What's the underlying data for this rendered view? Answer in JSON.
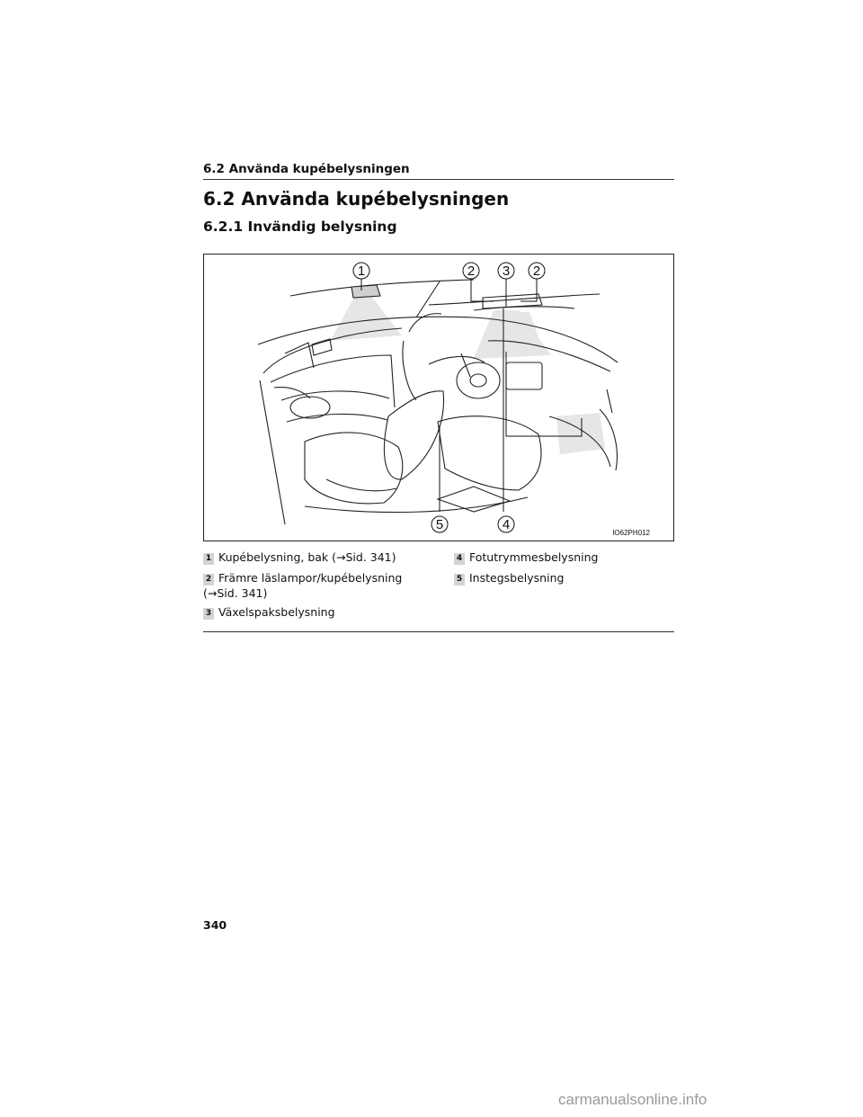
{
  "header": {
    "running_title": "6.2 Använda kupébelysningen"
  },
  "section": {
    "title": "6.2 Använda kupébelysningen"
  },
  "subsection": {
    "title": "6.2.1 Invändig belysning"
  },
  "figure": {
    "code": "IO62PH012",
    "callouts": [
      "1",
      "2",
      "3",
      "2",
      "5",
      "4"
    ]
  },
  "legend": [
    {
      "num": "1",
      "text": "Kupébelysning, bak (→Sid. 341)"
    },
    {
      "num": "2",
      "text": "Främre läslampor/kupébelysning (→Sid. 341)"
    },
    {
      "num": "3",
      "text": "Växelspaksbelysning"
    },
    {
      "num": "4",
      "text": "Fotutrymmesbelysning"
    },
    {
      "num": "5",
      "text": "Instegsbelysning"
    }
  ],
  "page_number": "340",
  "watermark": "carmanualsonline.info"
}
